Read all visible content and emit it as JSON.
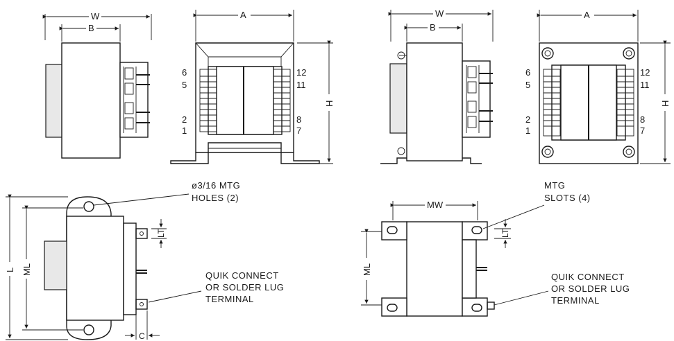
{
  "views": {
    "tl_side": {
      "dim_w": "W",
      "dim_b": "B"
    },
    "tl_front": {
      "dim_a": "A",
      "dim_h": "H",
      "pins_left": [
        "6",
        "5",
        "2",
        "1"
      ],
      "pins_right": [
        "12",
        "11",
        "8",
        "7"
      ]
    },
    "tr_side": {
      "dim_w": "W",
      "dim_b": "B"
    },
    "tr_front": {
      "dim_a": "A",
      "dim_h": "H",
      "pins_left": [
        "6",
        "5",
        "2",
        "1"
      ],
      "pins_right": [
        "12",
        "11",
        "8",
        "7"
      ]
    },
    "bl_top": {
      "dim_l": "L",
      "dim_ml": "ML",
      "dim_lt": "LT",
      "dim_c": "C",
      "note_holes_1": "ø3/16 MTG",
      "note_holes_2": "HOLES (2)",
      "note_term_1": "QUIK CONNECT",
      "note_term_2": "OR SOLDER LUG",
      "note_term_3": "TERMINAL"
    },
    "br_top": {
      "dim_mw": "MW",
      "dim_ml": "ML",
      "dim_lt": "LT",
      "note_slots_1": "MTG",
      "note_slots_2": "SLOTS (4)",
      "note_term_1": "QUIK CONNECT",
      "note_term_2": "OR SOLDER LUG",
      "note_term_3": "TERMINAL"
    }
  }
}
